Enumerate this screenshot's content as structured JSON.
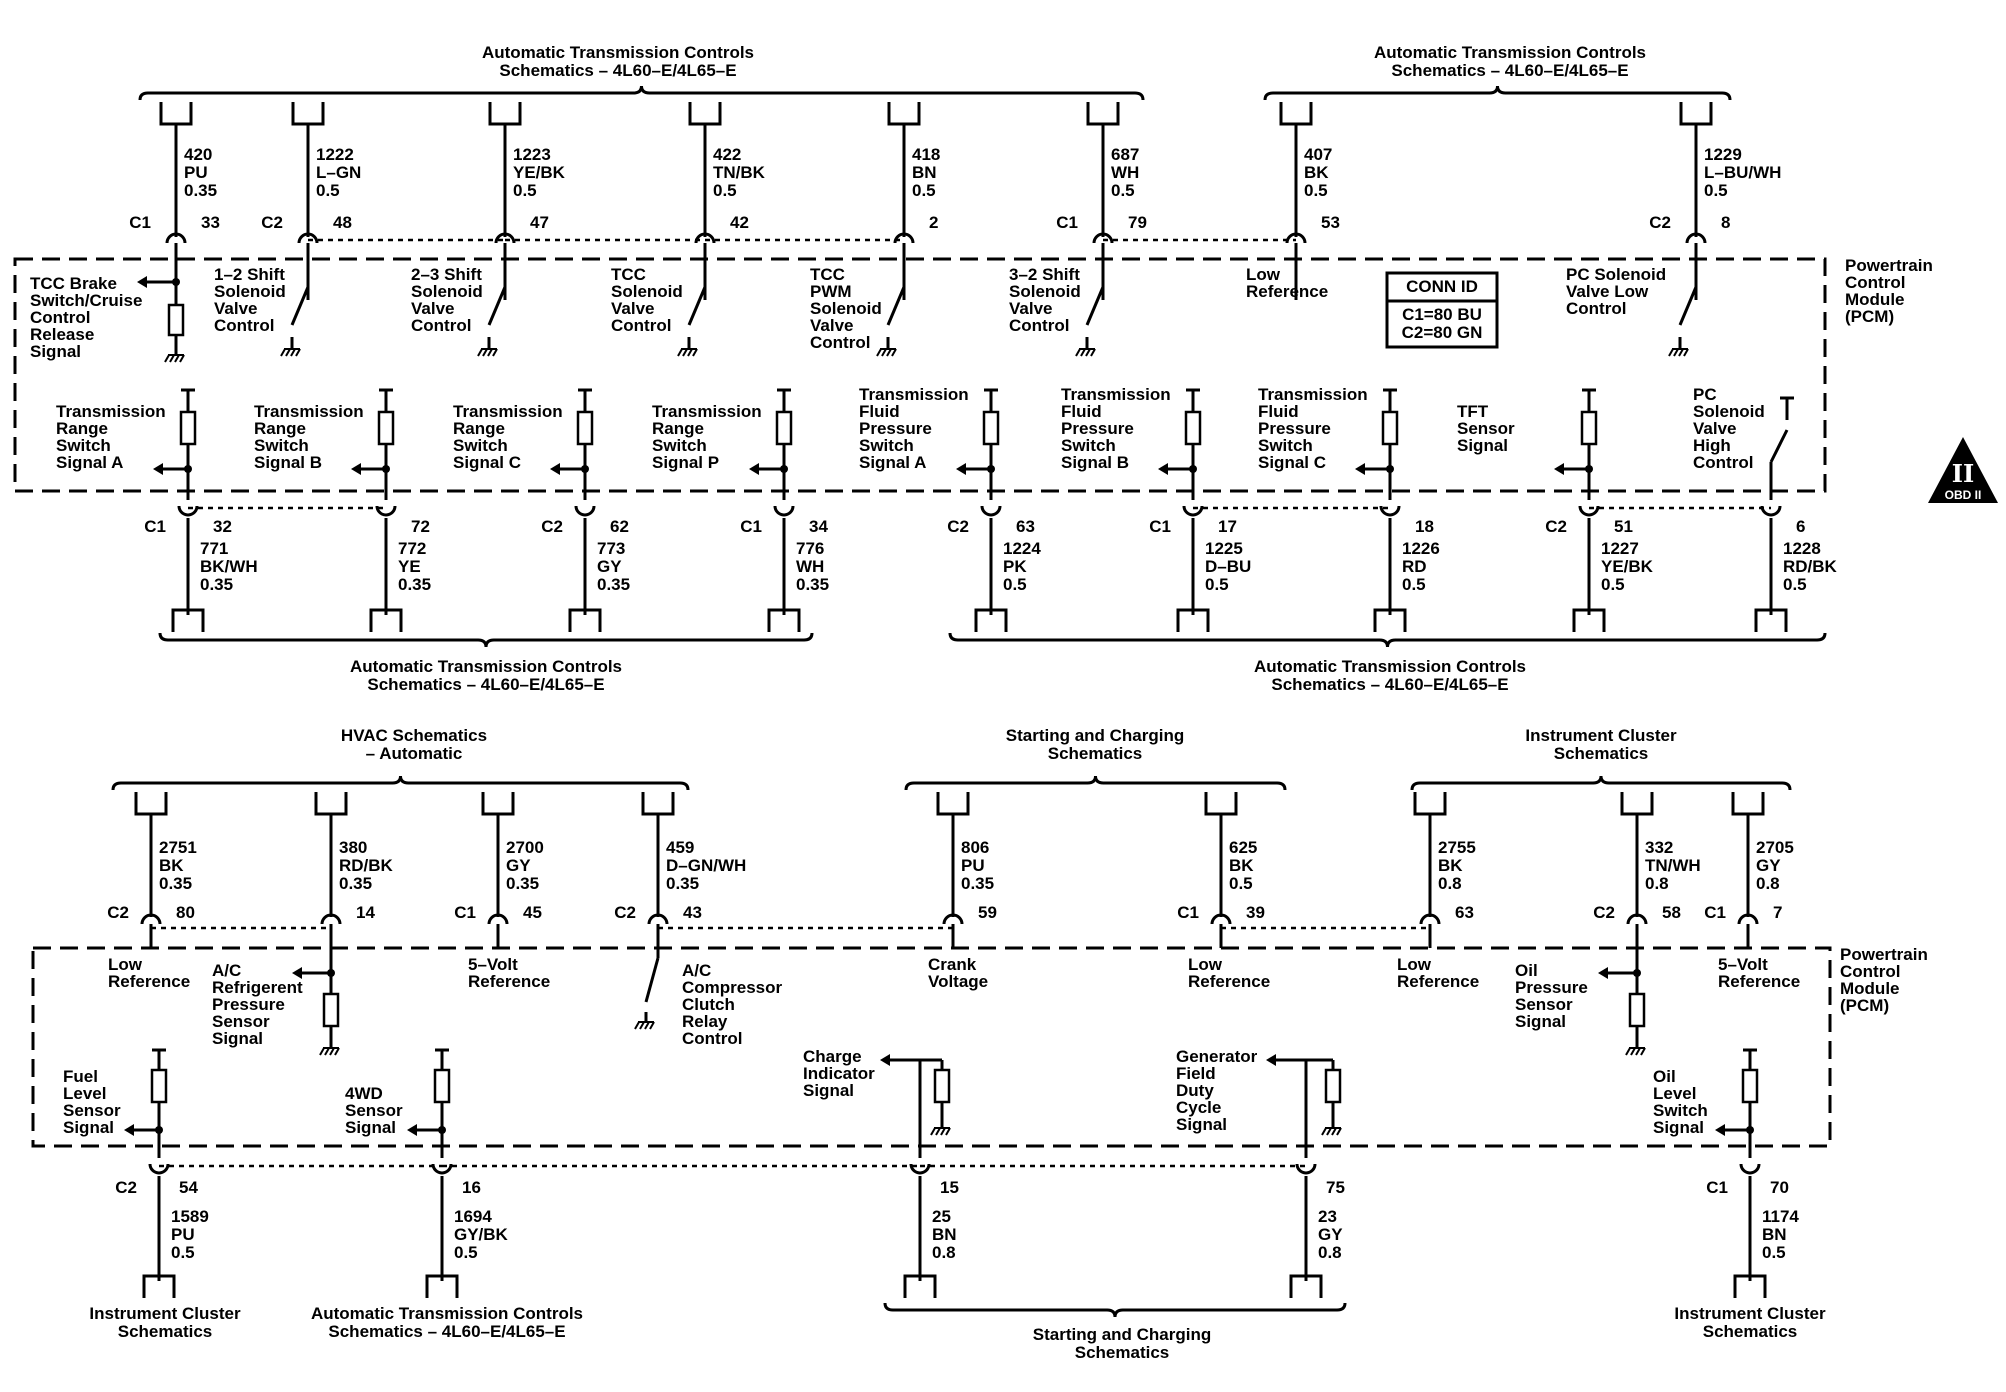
{
  "pcm_label": [
    "Powertrain",
    "Control",
    "Module",
    "(PCM)"
  ],
  "conn_id": {
    "title": "CONN ID",
    "c1": "C1=80 BU",
    "c2": "C2=80 GN"
  },
  "obd_badge": {
    "symbol": "II",
    "text": "OBD II"
  },
  "destinations": {
    "atc": [
      "Automatic Transmission Controls",
      "Schematics – 4L60–E/4L65–E"
    ],
    "hvac": [
      "HVAC Schematics",
      "– Automatic"
    ],
    "starting": [
      "Starting and Charging",
      "Schematics"
    ],
    "cluster": [
      "Instrument Cluster",
      "Schematics"
    ]
  },
  "top_row": [
    {
      "wire": [
        "420",
        "PU",
        "0.35"
      ],
      "conn": "C1",
      "pin": "33",
      "label": [
        "TCC Brake",
        "Switch/Cruise",
        "Control",
        "Release",
        "Signal"
      ]
    },
    {
      "wire": [
        "1222",
        "L–GN",
        "0.5"
      ],
      "conn": "C2",
      "pin": "48",
      "label": [
        "1–2 Shift",
        "Solenoid",
        "Valve",
        "Control"
      ]
    },
    {
      "wire": [
        "1223",
        "YE/BK",
        "0.5"
      ],
      "conn": "",
      "pin": "47",
      "label": [
        "2–3 Shift",
        "Solenoid",
        "Valve",
        "Control"
      ]
    },
    {
      "wire": [
        "422",
        "TN/BK",
        "0.5"
      ],
      "conn": "",
      "pin": "42",
      "label": [
        "TCC",
        "Solenoid",
        "Valve",
        "Control"
      ]
    },
    {
      "wire": [
        "418",
        "BN",
        "0.5"
      ],
      "conn": "",
      "pin": "2",
      "label": [
        "TCC",
        "PWM",
        "Solenoid",
        "Valve",
        "Control"
      ]
    },
    {
      "wire": [
        "687",
        "WH",
        "0.5"
      ],
      "conn": "C1",
      "pin": "79",
      "label": [
        "3–2 Shift",
        "Solenoid",
        "Valve",
        "Control"
      ]
    },
    {
      "wire": [
        "407",
        "BK",
        "0.5"
      ],
      "conn": "",
      "pin": "53",
      "label": [
        "Low",
        "Reference"
      ]
    },
    {
      "wire": [
        "1229",
        "L–BU/WH",
        "0.5"
      ],
      "conn": "C2",
      "pin": "8",
      "label": [
        "PC Solenoid",
        "Valve Low",
        "Control"
      ]
    }
  ],
  "second_row": [
    {
      "wire": [
        "771",
        "BK/WH",
        "0.35"
      ],
      "conn": "C1",
      "pin": "32",
      "label": [
        "Transmission",
        "Range",
        "Switch",
        "Signal A"
      ]
    },
    {
      "wire": [
        "772",
        "YE",
        "0.35"
      ],
      "conn": "",
      "pin": "72",
      "label": [
        "Transmission",
        "Range",
        "Switch",
        "Signal B"
      ]
    },
    {
      "wire": [
        "773",
        "GY",
        "0.35"
      ],
      "conn": "C2",
      "pin": "62",
      "label": [
        "Transmission",
        "Range",
        "Switch",
        "Signal C"
      ]
    },
    {
      "wire": [
        "776",
        "WH",
        "0.35"
      ],
      "conn": "C1",
      "pin": "34",
      "label": [
        "Transmission",
        "Range",
        "Switch",
        "Signal P"
      ]
    },
    {
      "wire": [
        "1224",
        "PK",
        "0.5"
      ],
      "conn": "C2",
      "pin": "63",
      "label": [
        "Transmission",
        "Fluid",
        "Pressure",
        "Switch",
        "Signal A"
      ]
    },
    {
      "wire": [
        "1225",
        "D–BU",
        "0.5"
      ],
      "conn": "C1",
      "pin": "17",
      "label": [
        "Transmission",
        "Fluid",
        "Pressure",
        "Switch",
        "Signal B"
      ]
    },
    {
      "wire": [
        "1226",
        "RD",
        "0.5"
      ],
      "conn": "",
      "pin": "18",
      "label": [
        "Transmission",
        "Fluid",
        "Pressure",
        "Switch",
        "Signal C"
      ]
    },
    {
      "wire": [
        "1227",
        "YE/BK",
        "0.5"
      ],
      "conn": "C2",
      "pin": "51",
      "label": [
        "TFT",
        "Sensor",
        "Signal"
      ]
    },
    {
      "wire": [
        "1228",
        "RD/BK",
        "0.5"
      ],
      "conn": "",
      "pin": "6",
      "label": [
        "PC",
        "Solenoid",
        "Valve",
        "High",
        "Control"
      ]
    }
  ],
  "third_row": [
    {
      "wire": [
        "2751",
        "BK",
        "0.35"
      ],
      "conn": "C2",
      "pin": "80",
      "label": [
        "Low",
        "Reference"
      ]
    },
    {
      "wire": [
        "380",
        "RD/BK",
        "0.35"
      ],
      "conn": "",
      "pin": "14",
      "label": [
        "A/C",
        "Refrigerent",
        "Pressure",
        "Sensor",
        "Signal"
      ]
    },
    {
      "wire": [
        "2700",
        "GY",
        "0.35"
      ],
      "conn": "C1",
      "pin": "45",
      "label": [
        "5–Volt",
        "Reference"
      ]
    },
    {
      "wire": [
        "459",
        "D–GN/WH",
        "0.35"
      ],
      "conn": "C2",
      "pin": "43",
      "label": [
        "A/C",
        "Compressor",
        "Clutch",
        "Relay",
        "Control"
      ]
    },
    {
      "wire": [
        "806",
        "PU",
        "0.35"
      ],
      "conn": "",
      "pin": "59",
      "label": [
        "Crank",
        "Voltage"
      ]
    },
    {
      "wire": [
        "625",
        "BK",
        "0.5"
      ],
      "conn": "C1",
      "pin": "39",
      "label": [
        "Low",
        "Reference"
      ]
    },
    {
      "wire": [
        "2755",
        "BK",
        "0.8"
      ],
      "conn": "",
      "pin": "63",
      "label": [
        "Low",
        "Reference"
      ]
    },
    {
      "wire": [
        "332",
        "TN/WH",
        "0.8"
      ],
      "conn": "C2",
      "pin": "58",
      "label": [
        "Oil",
        "Pressure",
        "Sensor",
        "Signal"
      ]
    },
    {
      "wire": [
        "2705",
        "GY",
        "0.8"
      ],
      "conn": "C1",
      "pin": "7",
      "label": [
        "5–Volt",
        "Reference"
      ]
    }
  ],
  "bottom_row": [
    {
      "wire": [
        "1589",
        "PU",
        "0.5"
      ],
      "conn": "C2",
      "pin": "54",
      "label": [
        "Fuel",
        "Level",
        "Sensor",
        "Signal"
      ]
    },
    {
      "wire": [
        "1694",
        "GY/BK",
        "0.5"
      ],
      "conn": "",
      "pin": "16",
      "label": [
        "4WD",
        "Sensor",
        "Signal"
      ]
    },
    {
      "wire": [
        "25",
        "BN",
        "0.8"
      ],
      "conn": "",
      "pin": "15",
      "label": [
        "Charge",
        "Indicator",
        "Signal"
      ]
    },
    {
      "wire": [
        "23",
        "GY",
        "0.8"
      ],
      "conn": "",
      "pin": "75",
      "label": [
        "Generator",
        "Field",
        "Duty",
        "Cycle",
        "Signal"
      ]
    },
    {
      "wire": [
        "1174",
        "BN",
        "0.5"
      ],
      "conn": "C1",
      "pin": "70",
      "label": [
        "Oil",
        "Level",
        "Switch",
        "Signal"
      ]
    }
  ]
}
